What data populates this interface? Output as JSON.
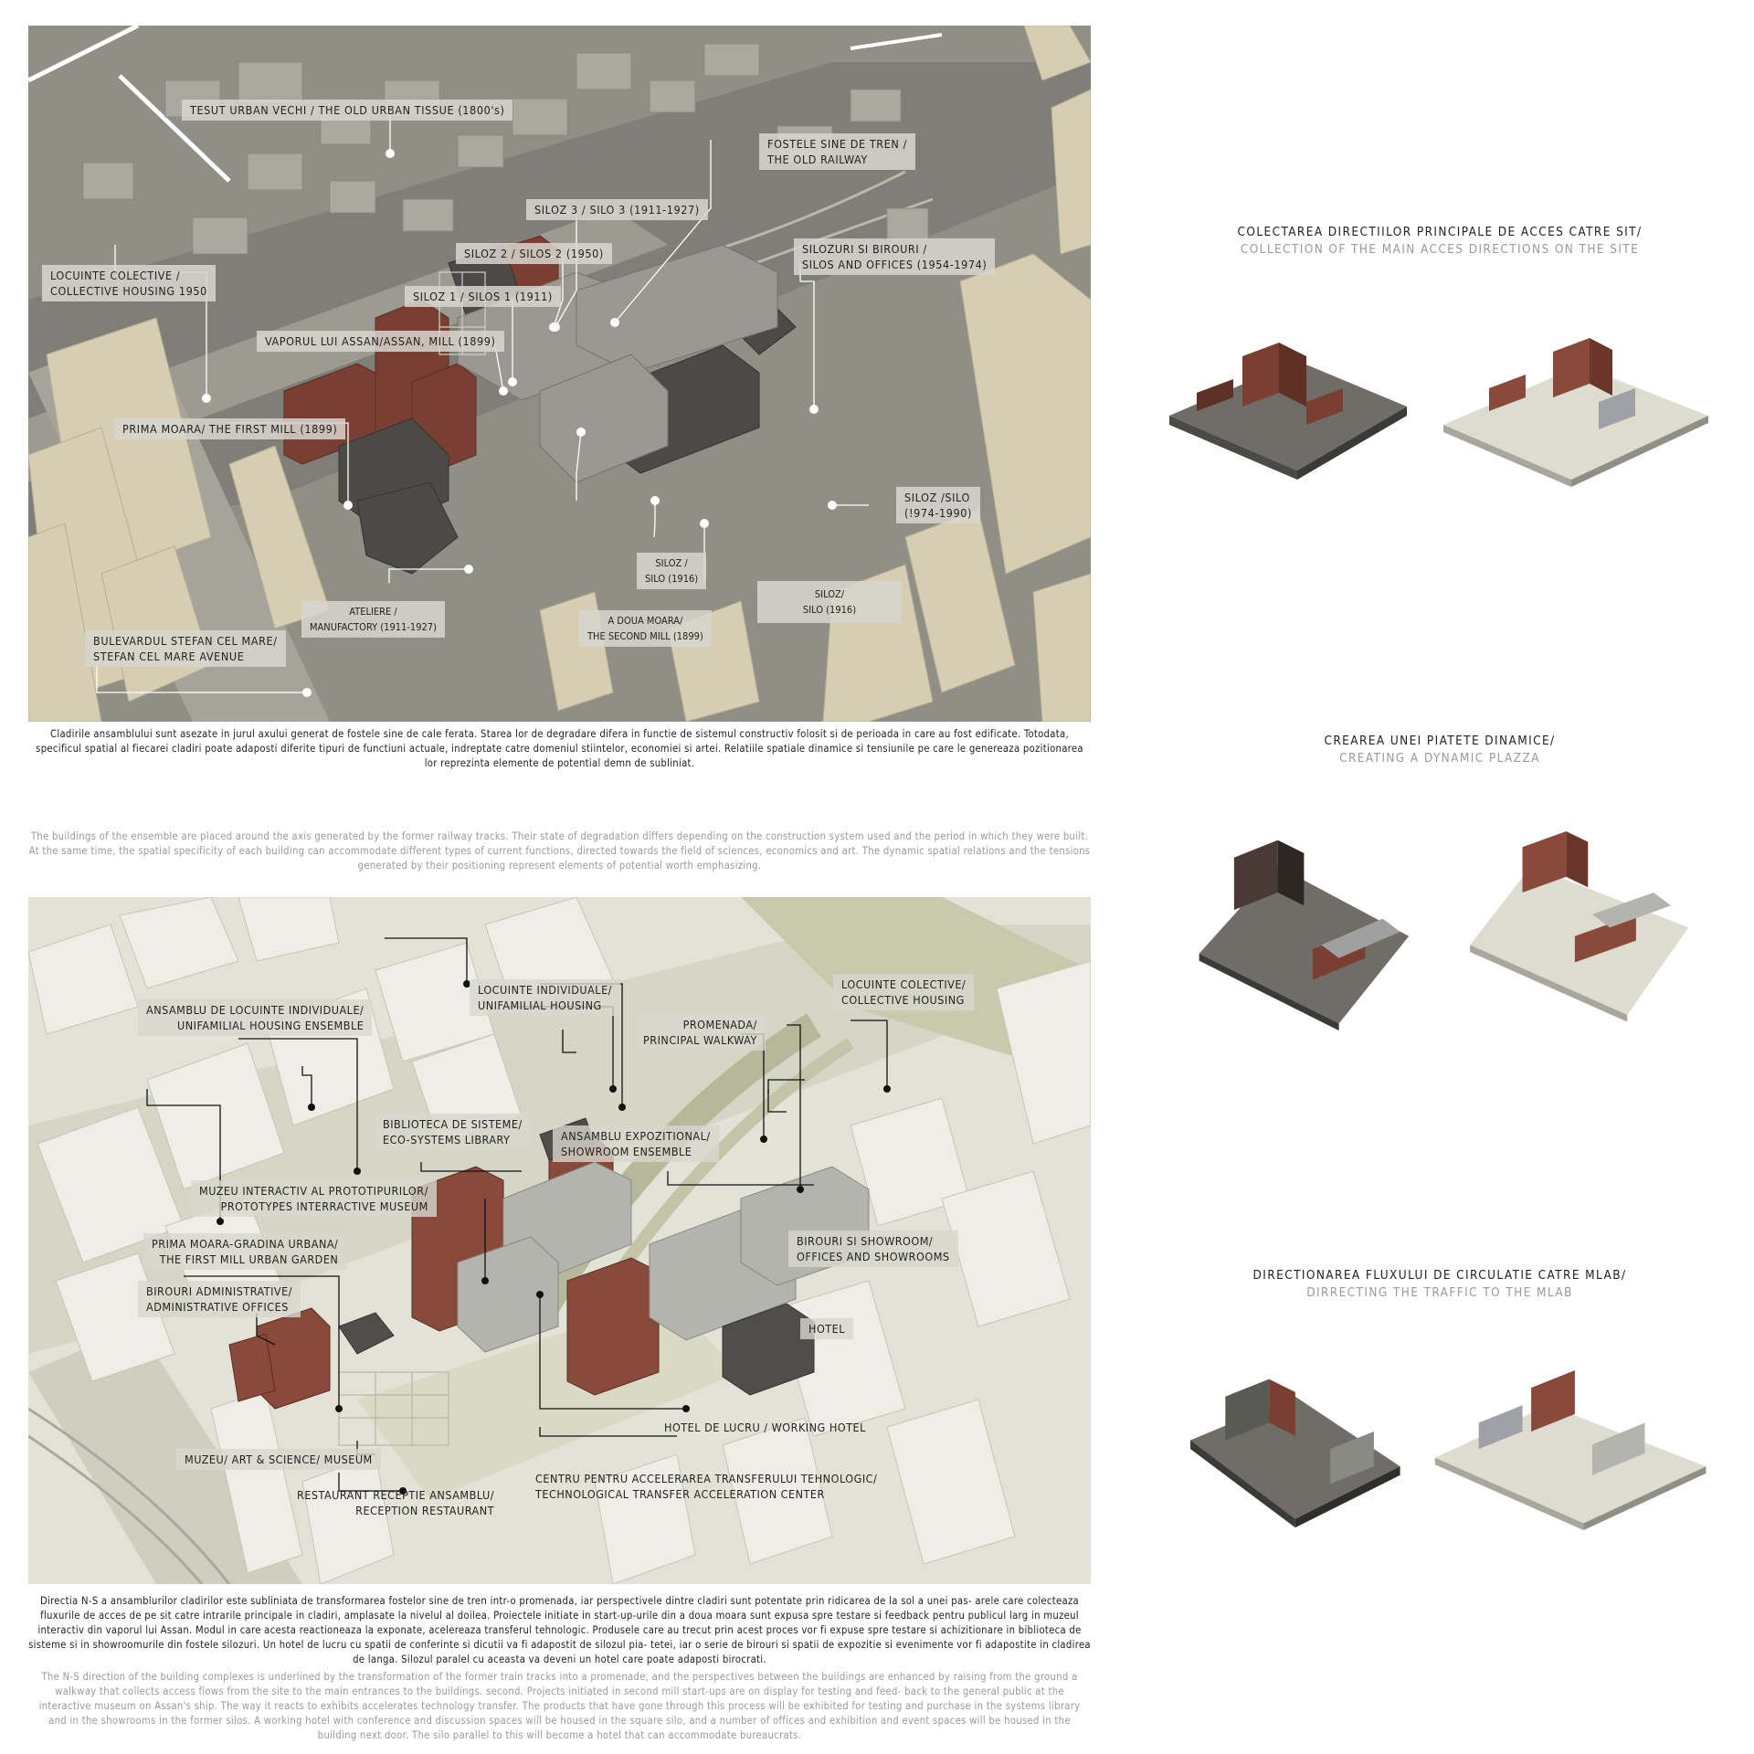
{
  "panel1": {
    "labels": [
      {
        "id": "old-urban-tissue",
        "text": "TESUT URBAN VECHI / THE OLD URBAN TISSUE (1800's)"
      },
      {
        "id": "old-railway",
        "text": "FOSTELE SINE DE TREN /\nTHE OLD RAILWAY"
      },
      {
        "id": "siloz-3",
        "text": "SILOZ 3 / SILO 3 (1911-1927)"
      },
      {
        "id": "siloz-2",
        "text": "SILOZ 2 / SILOS 2 (1950)"
      },
      {
        "id": "siloz-1",
        "text": "SILOZ 1 / SILOS 1 (1911)"
      },
      {
        "id": "collective-housing",
        "text": "LOCUINTE COLECTIVE /\nCOLLECTIVE HOUSING 1950"
      },
      {
        "id": "silos-offices",
        "text": "SILOZURI SI BIROURI /\nSILOS AND OFFICES (1954-1974)"
      },
      {
        "id": "assan-mill",
        "text": "VAPORUL LUI ASSAN/ASSAN, MILL (1899)"
      },
      {
        "id": "first-mill",
        "text": "PRIMA MOARA/ THE FIRST MILL (1899)"
      },
      {
        "id": "silo-1974",
        "text": "SILOZ /SILO\n(!974-1990)"
      },
      {
        "id": "silo-1916-a",
        "text": "SILOZ /\nSILO (1916)"
      },
      {
        "id": "silo-1916-b",
        "text": "SILOZ/\nSILO (1916)"
      },
      {
        "id": "manufactory",
        "text": "ATELIERE /\nMANUFACTORY (1911-1927)"
      },
      {
        "id": "second-mill",
        "text": "A DOUA MOARA/\nTHE SECOND MILL (1899)"
      },
      {
        "id": "stefan-cel-mare",
        "text": "BULEVARDUL STEFAN CEL MARE/\nSTEFAN CEL MARE AVENUE"
      }
    ],
    "caption_ro": "Cladirile ansamblului sunt asezate in jurul axului generat de fostele sine de cale ferata. Starea lor de degradare difera in functie de sistemul constructiv folosit si de perioada in care au fost edificate. Totodata, specificul spatial al fiecarei cladiri poate adaposti diferite tipuri de functiuni actuale, indreptate catre domeniul stiintelor, economiei si artei. Relatiile spatiale dinamice si tensiunile pe care le genereaza pozitionarea lor reprezinta elemente de potential demn de subliniat.",
    "caption_en": "The buildings of the ensemble are placed around the axis generated by the former railway tracks. Their state of degradation differs depending on the construction system used and the period in which they were built. At the same time, the spatial specificity of each building can accommodate different types of current functions, directed towards the field of sciences, economics and art. The dynamic spatial relations and the tensions generated by their positioning represent elements of potential worth emphasizing."
  },
  "panel2": {
    "labels": [
      {
        "id": "unifamilial-ensemble",
        "text": "ANSAMBLU DE LOCUINTE INDIVIDUALE/\nUNIFAMILIAL HOUSING ENSEMBLE"
      },
      {
        "id": "unifamilial-housing",
        "text": "LOCUINTE INDIVIDUALE/\nUNIFAMILIAL HOUSING"
      },
      {
        "id": "collective-housing-2",
        "text": "LOCUINTE COLECTIVE/\nCOLLECTIVE HOUSING"
      },
      {
        "id": "promenade",
        "text": "PROMENADA/\nPRINCIPAL WALKWAY"
      },
      {
        "id": "eco-library",
        "text": "BIBLIOTECA DE SISTEME/\nECO-SYSTEMS LIBRARY"
      },
      {
        "id": "showroom-ensemble",
        "text": "ANSAMBLU EXPOZITIONAL/\nSHOWROOM ENSEMBLE"
      },
      {
        "id": "prototypes-museum",
        "text": "MUZEU INTERACTIV AL PROTOTIPURILOR/\nPROTOTYPES INTERRACTIVE MUSEUM"
      },
      {
        "id": "urban-garden",
        "text": "PRIMA MOARA-GRADINA URBANA/\nTHE FIRST MILL URBAN GARDEN"
      },
      {
        "id": "offices-showrooms",
        "text": "BIROURI SI SHOWROOM/\nOFFICES AND SHOWROOMS"
      },
      {
        "id": "administrative",
        "text": "BIROURI ADMINISTRATIVE/\nADMINISTRATIVE OFFICES"
      },
      {
        "id": "hotel",
        "text": "HOTEL"
      },
      {
        "id": "working-hotel",
        "text": "HOTEL DE LUCRU / WORKING HOTEL"
      },
      {
        "id": "art-science-museum",
        "text": "MUZEU/ ART & SCIENCE/ MUSEUM"
      },
      {
        "id": "tech-transfer",
        "text": "CENTRU PENTRU ACCELERAREA TRANSFERULUI TEHNOLOGIC/\nTECHNOLOGICAL TRANSFER ACCELERATION CENTER"
      },
      {
        "id": "reception-restaurant",
        "text": "RESTAURANT RECEPTIE ANSAMBLU/\nRECEPTION RESTAURANT"
      }
    ],
    "caption_ro": "Directia N-S a ansamblurilor cladirilor este subliniata de transformarea fostelor sine de tren intr-o promenada, iar perspectivele dintre cladiri sunt potentate prin ridicarea de la sol a unei pas- arele care colecteaza fluxurile de acces de pe sit catre intrarile principale in cladiri, amplasate la nivelul al doilea. Proiectele initiate in start-up-urile din a doua moara sunt expusa spre testare si feedback pentru publicul larg in muzeul interactiv din vaporul lui Assan. Modul in care acesta reactioneaza la exponate, acelereaza transferul tehnologic. Produsele care au trecut prin acest proces vor fi expuse spre testare si achizitionare in biblioteca de sisteme si in showroomurile din fostele silozuri. Un hotel de lucru cu spatii de conferinte si dicutii va fi adapostit de silozul pia- tetei, iar o serie de birouri si spatii de expozitie si evenimente vor fi adapostite in cladirea de langa. Silozul paralel cu aceasta va deveni un hotel care poate adaposti birocrati.",
    "caption_en": "The N-S direction of the building complexes is underlined by the transformation of the former train tracks into a promenade, and the perspectives between the buildings are enhanced by raising from the ground a walkway that collects access flows from the site to the main entrances to the buildings. second. Projects initiated in second mill start-ups are on display for testing and feed- back to the general public at the interactive museum on Assan's ship. The way it reacts to exhibits accelerates technology transfer. The products that have gone through this process will be exhibited for testing and purchase in the systems library and in the showrooms in the former silos. A working hotel with conference and discussion spaces will be housed in the square silo, and a number of offices and exhibition and event spaces will be housed in the building next door. The silo parallel to this will become a hotel that can accommodate bureaucrats."
  },
  "right": {
    "sections": [
      {
        "title_ro": "COLECTAREA DIRECTIILOR PRINCIPALE  DE ACCES CATRE SIT/",
        "title_en": "COLLECTION OF THE MAIN ACCES DIRECTIONS ON THE SITE"
      },
      {
        "title_ro": "CREAREA UNEI PIATETE DINAMICE/",
        "title_en": "CREATING A DYNAMIC PLAZZA"
      },
      {
        "title_ro": "DIRECTIONAREA FLUXULUI DE CIRCULATIE CATRE MLAB/",
        "title_en": "DIRRECTING THE TRAFFIC TO THE MLAB"
      }
    ]
  },
  "colors": {
    "panel1_ground": "#8f8f86",
    "panel1_building": "#d6cdb2",
    "brick": "#7a3f32",
    "panel2_ground": "#e2e2d6",
    "panel2_building": "#eeeee6"
  }
}
